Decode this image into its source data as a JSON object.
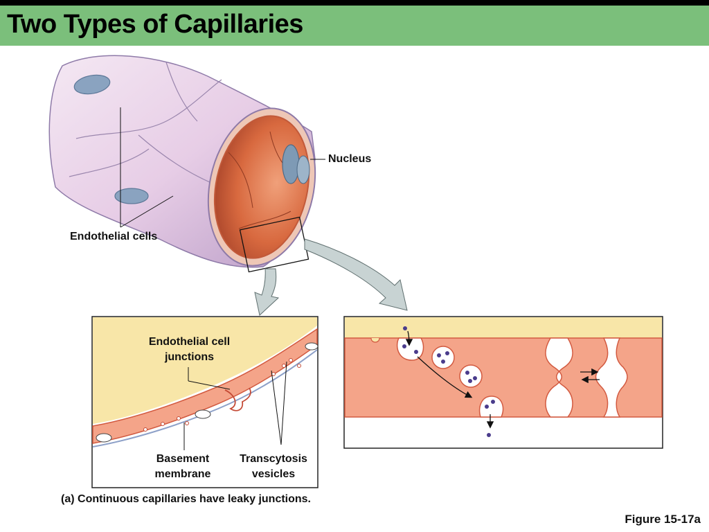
{
  "slide": {
    "title": "Two Types of Capillaries",
    "figure_label": "Figure 15-17a"
  },
  "labels": {
    "nucleus": "Nucleus",
    "endothelial_cells": "Endothelial cells",
    "endothelial_cell_junctions_line1": "Endothelial cell",
    "endothelial_cell_junctions_line2": "junctions",
    "basement_membrane_line1": "Basement",
    "basement_membrane_line2": "membrane",
    "transcytosis_line1": "Transcytosis",
    "transcytosis_line2": "vesicles"
  },
  "caption": {
    "part_letter": "(a)",
    "text": "Continuous capillaries have leaky junctions."
  },
  "colors": {
    "title_bar": "#7bbf7b",
    "vessel_outer": "#e8cfe6",
    "vessel_lumen": "#d9704a",
    "tissue_fill": "#f6a58a",
    "interstitial": "#f8e6a8"
  }
}
